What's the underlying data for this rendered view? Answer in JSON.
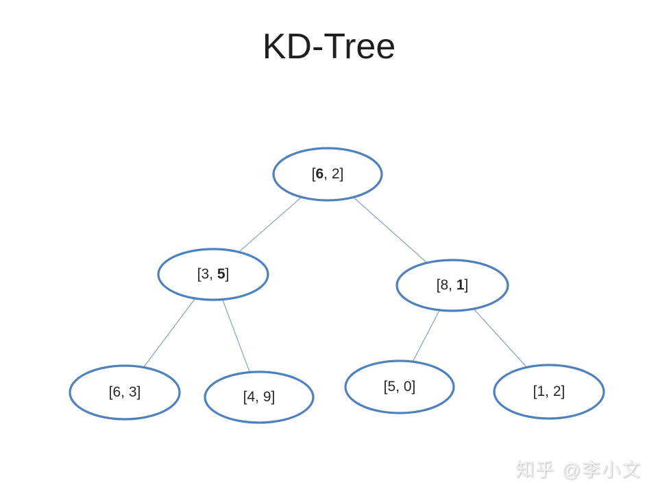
{
  "title": "KD-Tree",
  "watermark": "知乎 @李小文",
  "tree": {
    "type": "kd-tree-binary-tree",
    "colors": {
      "node_border": "#4F81BD",
      "node_fill": "#FFFFFF",
      "connector": "#7E96B5",
      "text": "#262626"
    },
    "nodes": [
      {
        "label": "[6, 2]",
        "open": "[",
        "x": "6",
        "comma": ", ",
        "y": "2",
        "close": "]",
        "bold": "x"
      },
      {
        "label": "[3, 5]",
        "open": "[",
        "x": "3",
        "comma": ", ",
        "y": "5",
        "close": "]",
        "bold": "y"
      },
      {
        "label": "[8, 1]",
        "open": "[",
        "x": "8",
        "comma": ", ",
        "y": "1",
        "close": "]",
        "bold": "y"
      },
      {
        "label": "[6, 3]",
        "open": "[",
        "x": "6",
        "comma": ", ",
        "y": "3",
        "close": "]",
        "bold": "none"
      },
      {
        "label": "[4, 9]",
        "open": "[",
        "x": "4",
        "comma": ", ",
        "y": "9",
        "close": "]",
        "bold": "none"
      },
      {
        "label": "[5, 0]",
        "open": "[",
        "x": "5",
        "comma": ", ",
        "y": "0",
        "close": "]",
        "bold": "none"
      },
      {
        "label": "[1, 2]",
        "open": "[",
        "x": "1",
        "comma": ", ",
        "y": "2",
        "close": "]",
        "bold": "none"
      }
    ],
    "edges": [
      {
        "from": 0,
        "to": 1
      },
      {
        "from": 0,
        "to": 2
      },
      {
        "from": 1,
        "to": 3
      },
      {
        "from": 1,
        "to": 4
      },
      {
        "from": 2,
        "to": 5
      },
      {
        "from": 2,
        "to": 6
      }
    ]
  }
}
